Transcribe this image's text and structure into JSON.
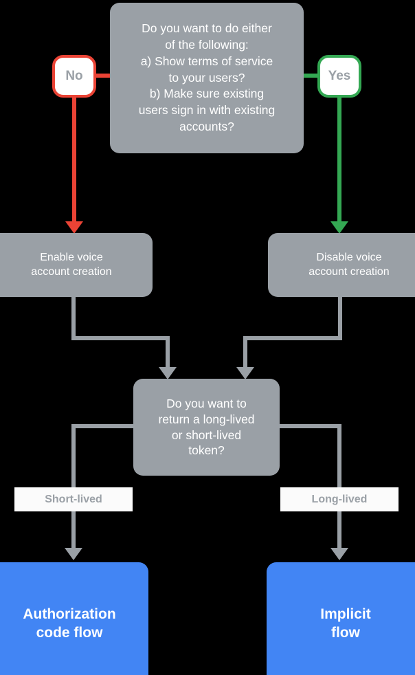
{
  "diagram": {
    "title_absent": true,
    "background_color": "#000000",
    "colors": {
      "gray_node": "#9aa0a6",
      "blue_node": "#4285f4",
      "red_edge": "#ea4335",
      "green_edge": "#34a853",
      "connector_gray": "#9aa0a6",
      "node_text": "#ffffff",
      "badge_text": "#9aa0a6",
      "label_chip_bg": "#fbfbfb"
    },
    "nodes": {
      "top_decision": {
        "text": "Do you want to do either\nof the following:\na) Show terms of service\nto your users?\nb) Make sure existing\nusers sign in with existing\naccounts?",
        "shape": "rounded-rect",
        "fill": "#9aa0a6"
      },
      "enable_voice": {
        "text": "Enable voice\naccount creation",
        "shape": "rounded-rect",
        "fill": "#9aa0a6"
      },
      "disable_voice": {
        "text": "Disable voice\naccount creation",
        "shape": "rounded-rect",
        "fill": "#9aa0a6"
      },
      "token_decision": {
        "text": "Do you want to\nreturn a long-lived\nor short-lived\ntoken?",
        "shape": "rounded-rect",
        "fill": "#9aa0a6"
      },
      "authorization_code_flow": {
        "text": "Authorization\ncode flow",
        "shape": "rounded-rect",
        "fill": "#4285f4"
      },
      "implicit_flow": {
        "text": "Implicit\nflow",
        "shape": "rounded-rect",
        "fill": "#4285f4"
      }
    },
    "badges": {
      "no": {
        "label": "No",
        "border_color": "#ea4335"
      },
      "yes": {
        "label": "Yes",
        "border_color": "#34a853"
      }
    },
    "edge_labels": {
      "short_lived": "Short-lived",
      "long_lived": "Long-lived"
    },
    "edges": [
      {
        "from": "top_decision",
        "to": "enable_voice",
        "label": "No",
        "color": "#ea4335"
      },
      {
        "from": "top_decision",
        "to": "disable_voice",
        "label": "Yes",
        "color": "#34a853"
      },
      {
        "from": "enable_voice",
        "to": "token_decision",
        "label": "",
        "color": "#9aa0a6"
      },
      {
        "from": "disable_voice",
        "to": "token_decision",
        "label": "",
        "color": "#9aa0a6"
      },
      {
        "from": "token_decision",
        "to": "authorization_code_flow",
        "label": "Short-lived",
        "color": "#9aa0a6"
      },
      {
        "from": "token_decision",
        "to": "implicit_flow",
        "label": "Long-lived",
        "color": "#9aa0a6"
      }
    ]
  }
}
